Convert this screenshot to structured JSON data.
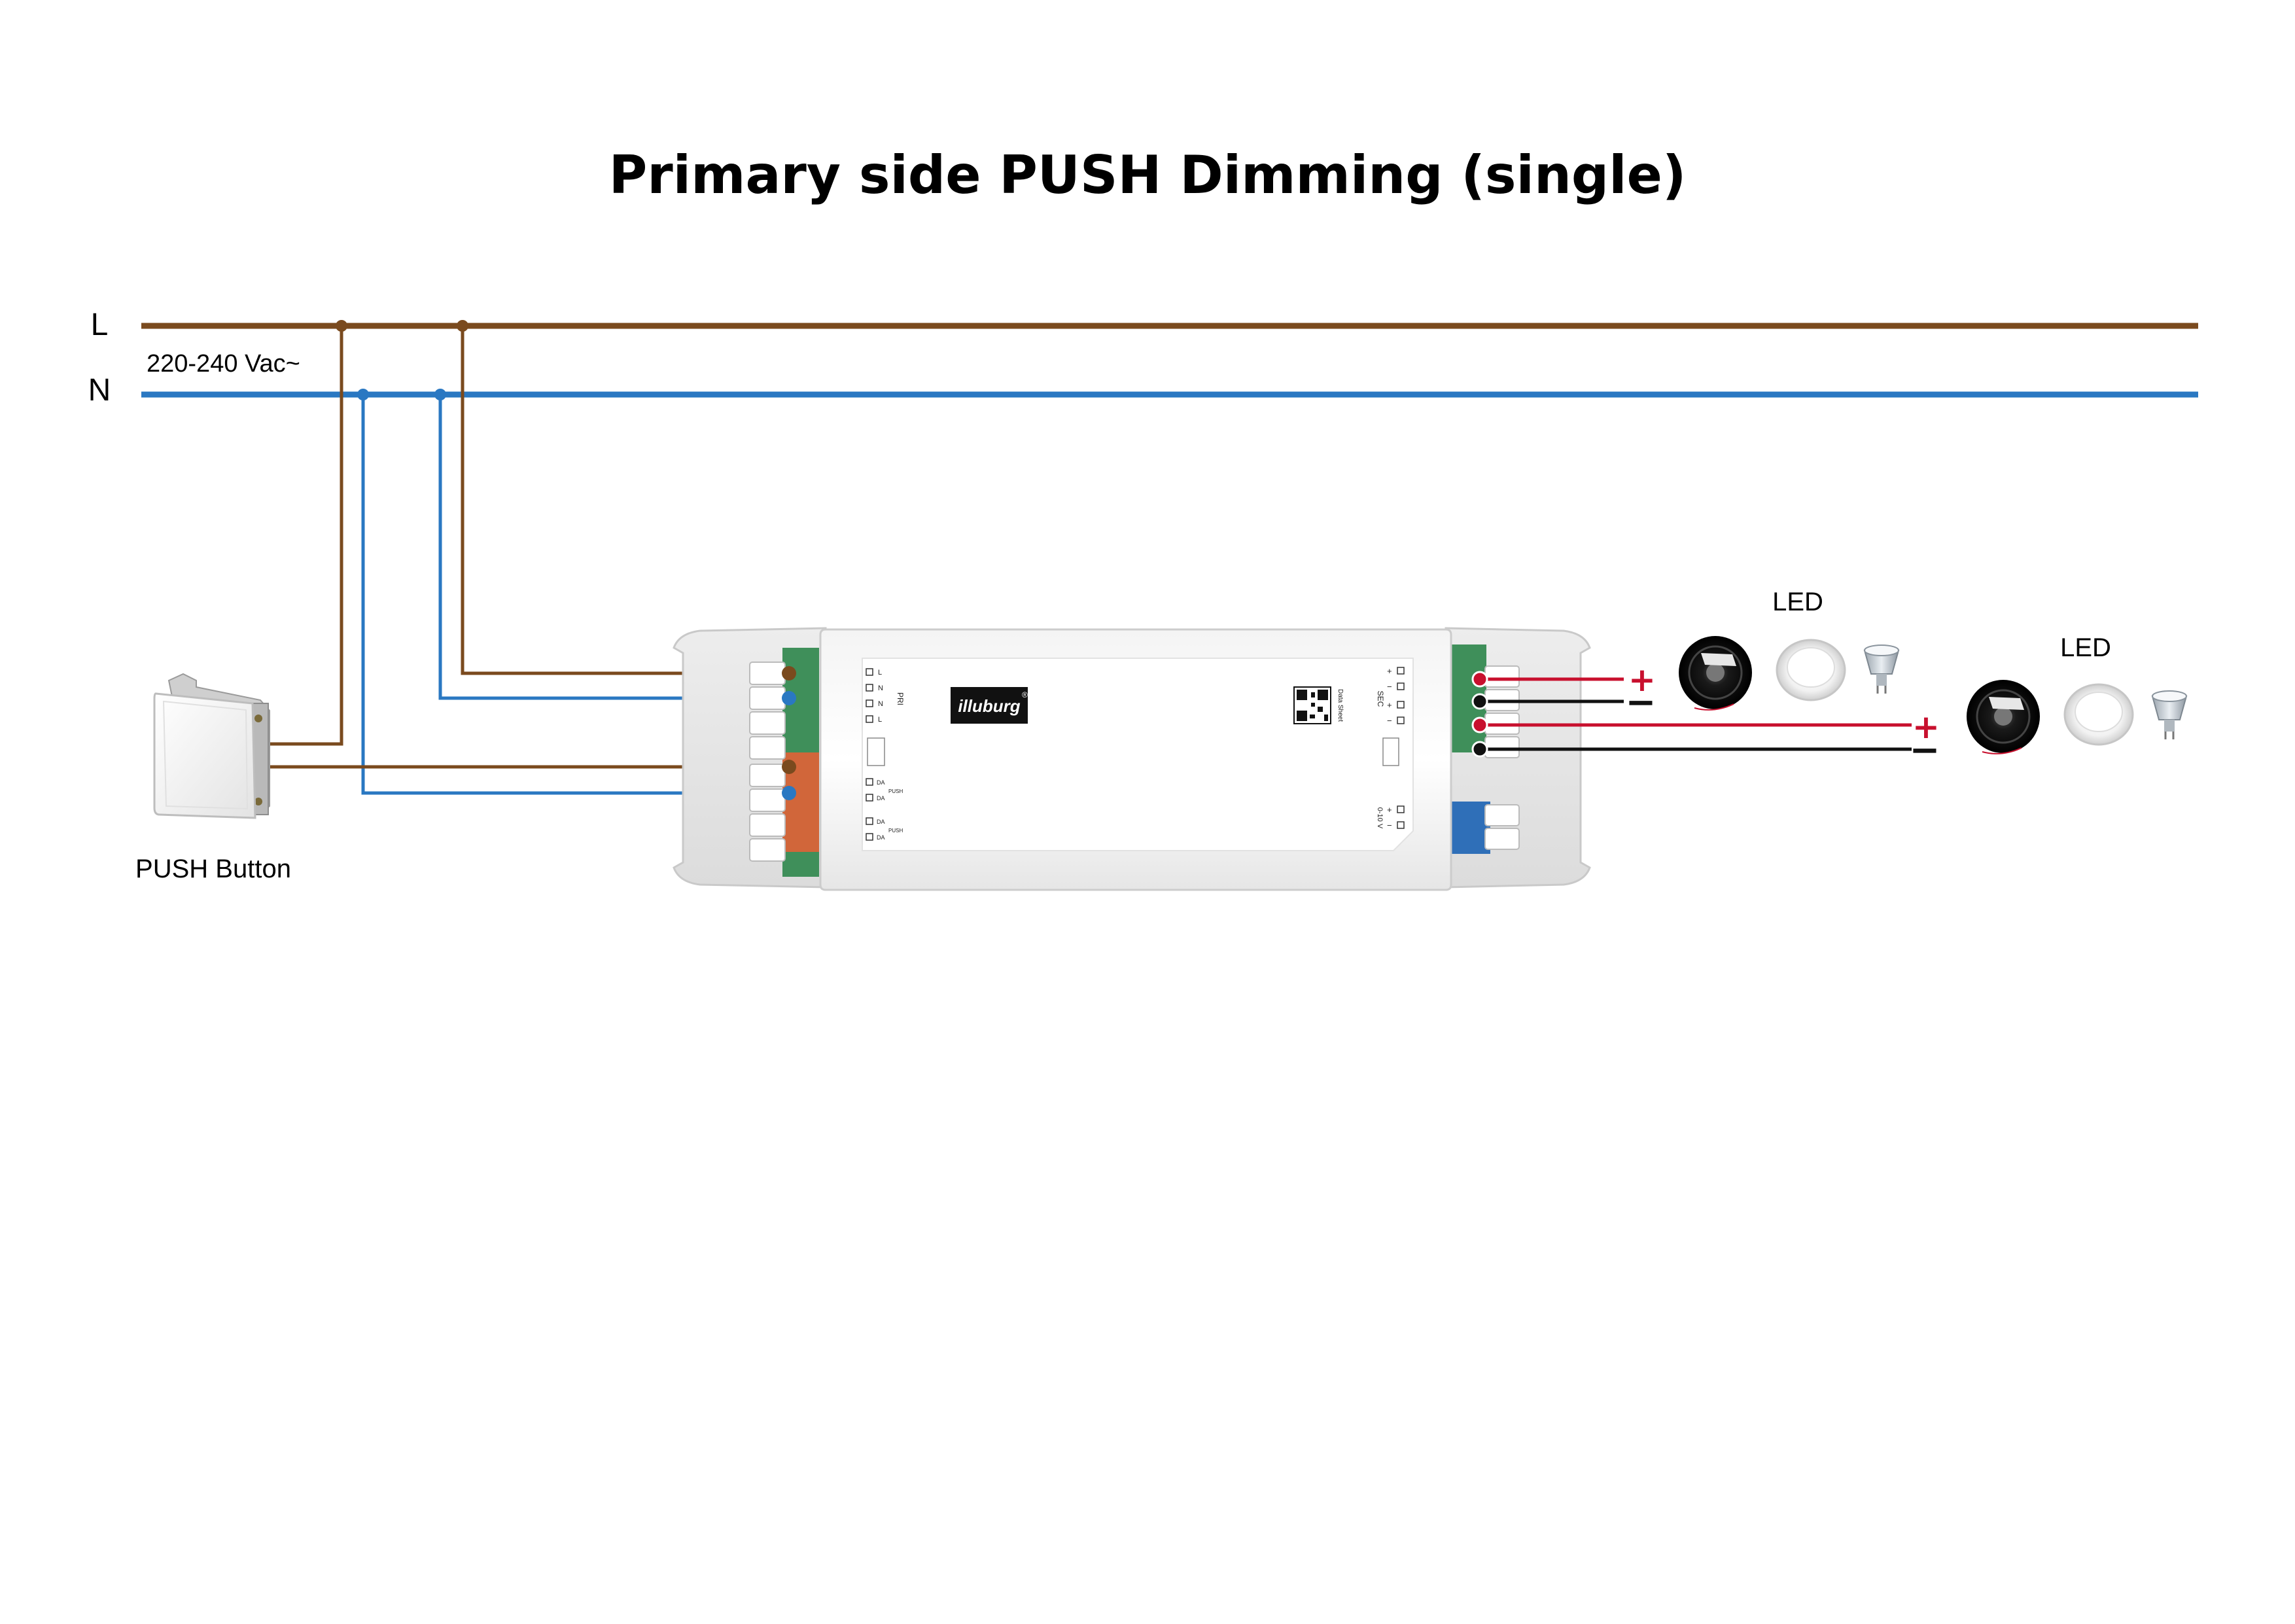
{
  "title": "Primary side PUSH Dimming (single)",
  "mains": {
    "line_label": "L",
    "neutral_label": "N",
    "voltage": "220-240 Vac~"
  },
  "switch": {
    "label": "PUSH Button"
  },
  "driver": {
    "brand": "illuburg",
    "brand_mark": "®",
    "pri_label": "PRI",
    "sec_label": "SEC",
    "dim_label": "0-10 V",
    "datasheet_label": "Data Sheet",
    "pri_terminals": [
      "L",
      "N",
      "N",
      "L"
    ],
    "dali_terminals": [
      "DA",
      "DA",
      "DA",
      "DA"
    ],
    "push_label": "PUSH",
    "sec_terminals": [
      "+",
      "−",
      "+",
      "−"
    ],
    "dim_terminals": [
      "+",
      "−"
    ]
  },
  "outputs": [
    {
      "label": "LED",
      "plus": "+",
      "minus": "−"
    },
    {
      "label": "LED",
      "plus": "+",
      "minus": "−"
    }
  ],
  "colors": {
    "line": "#7a4a1e",
    "neutral": "#2a78c2",
    "positive": "#c8102e",
    "negative": "#111111"
  }
}
